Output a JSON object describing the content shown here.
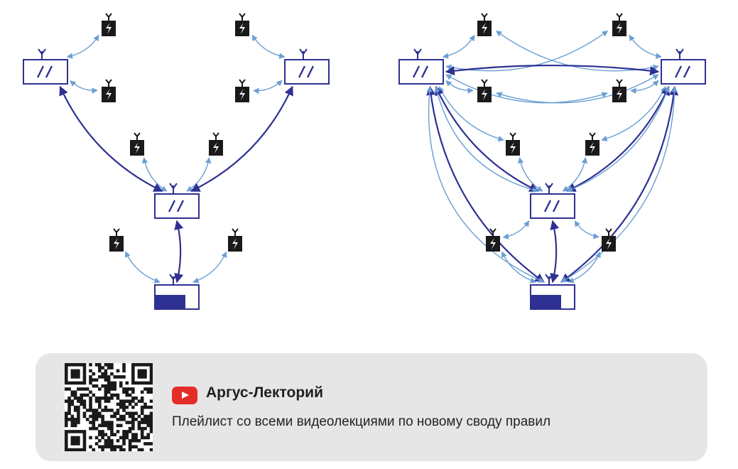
{
  "colors": {
    "node_stroke": "#2e3192",
    "node_fill": "#2e3192",
    "device_fill": "#1a1a1a",
    "link_dark": "#2e3192",
    "link_light": "#6a9fd4",
    "panel_bg": "#e6e6e7",
    "youtube_red": "#e52d27"
  },
  "icons": {
    "repeater": "slash-box-antenna-icon",
    "controller": "filled-box-antenna-icon",
    "device": "lightning-device-icon",
    "logo": "youtube-icon",
    "qr": "qr-code-icon"
  },
  "diagrams": [
    {
      "name": "tree-topology",
      "nodes": [
        {
          "id": "r1",
          "kind": "repeater"
        },
        {
          "id": "r2",
          "kind": "repeater"
        },
        {
          "id": "r3",
          "kind": "repeater"
        },
        {
          "id": "c",
          "kind": "controller"
        },
        {
          "id": "d1",
          "kind": "device"
        },
        {
          "id": "d2",
          "kind": "device"
        },
        {
          "id": "d3",
          "kind": "device"
        },
        {
          "id": "d4",
          "kind": "device"
        },
        {
          "id": "d5",
          "kind": "device"
        },
        {
          "id": "d6",
          "kind": "device"
        },
        {
          "id": "d7",
          "kind": "device"
        },
        {
          "id": "d8",
          "kind": "device"
        }
      ],
      "links": [
        [
          "r1",
          "d1",
          "light"
        ],
        [
          "r1",
          "d2",
          "light"
        ],
        [
          "r2",
          "d3",
          "light"
        ],
        [
          "r2",
          "d4",
          "light"
        ],
        [
          "r3",
          "d5",
          "light"
        ],
        [
          "r3",
          "d6",
          "light"
        ],
        [
          "c",
          "d7",
          "light"
        ],
        [
          "c",
          "d8",
          "light"
        ],
        [
          "r1",
          "r3",
          "dark"
        ],
        [
          "r2",
          "r3",
          "dark"
        ],
        [
          "r3",
          "c",
          "dark"
        ]
      ]
    },
    {
      "name": "mesh-topology",
      "nodes": [
        {
          "id": "r1",
          "kind": "repeater"
        },
        {
          "id": "r2",
          "kind": "repeater"
        },
        {
          "id": "r3",
          "kind": "repeater"
        },
        {
          "id": "c",
          "kind": "controller"
        },
        {
          "id": "d1",
          "kind": "device"
        },
        {
          "id": "d2",
          "kind": "device"
        },
        {
          "id": "d3",
          "kind": "device"
        },
        {
          "id": "d4",
          "kind": "device"
        },
        {
          "id": "d5",
          "kind": "device"
        },
        {
          "id": "d6",
          "kind": "device"
        },
        {
          "id": "d7",
          "kind": "device"
        },
        {
          "id": "d8",
          "kind": "device"
        }
      ],
      "links": [
        [
          "r1",
          "d1",
          "light"
        ],
        [
          "r2",
          "d1",
          "light"
        ],
        [
          "r1",
          "d2",
          "light"
        ],
        [
          "r2",
          "d2",
          "light"
        ],
        [
          "r1",
          "d3",
          "light"
        ],
        [
          "r2",
          "d3",
          "light"
        ],
        [
          "r1",
          "d4",
          "light"
        ],
        [
          "r2",
          "d4",
          "light"
        ],
        [
          "r1",
          "d5",
          "light"
        ],
        [
          "r3",
          "d5",
          "light"
        ],
        [
          "r2",
          "d6",
          "light"
        ],
        [
          "r3",
          "d6",
          "light"
        ],
        [
          "r3",
          "d7",
          "light"
        ],
        [
          "c",
          "d7",
          "light"
        ],
        [
          "r3",
          "d8",
          "light"
        ],
        [
          "c",
          "d8",
          "light"
        ],
        [
          "r1",
          "r2",
          "dark"
        ],
        [
          "r1",
          "r3",
          "dark"
        ],
        [
          "r2",
          "r3",
          "dark"
        ],
        [
          "r1",
          "c",
          "dark"
        ],
        [
          "r2",
          "c",
          "dark"
        ],
        [
          "r3",
          "c",
          "dark"
        ],
        [
          "r1",
          "c",
          "light"
        ],
        [
          "r2",
          "c",
          "light"
        ],
        [
          "r1",
          "r3",
          "light"
        ],
        [
          "r2",
          "r3",
          "light"
        ]
      ]
    }
  ],
  "footer": {
    "channel_name": "Аргус-Лекторий",
    "playlist_text": "Плейлист со всеми видеолекциями по новому своду правил"
  }
}
